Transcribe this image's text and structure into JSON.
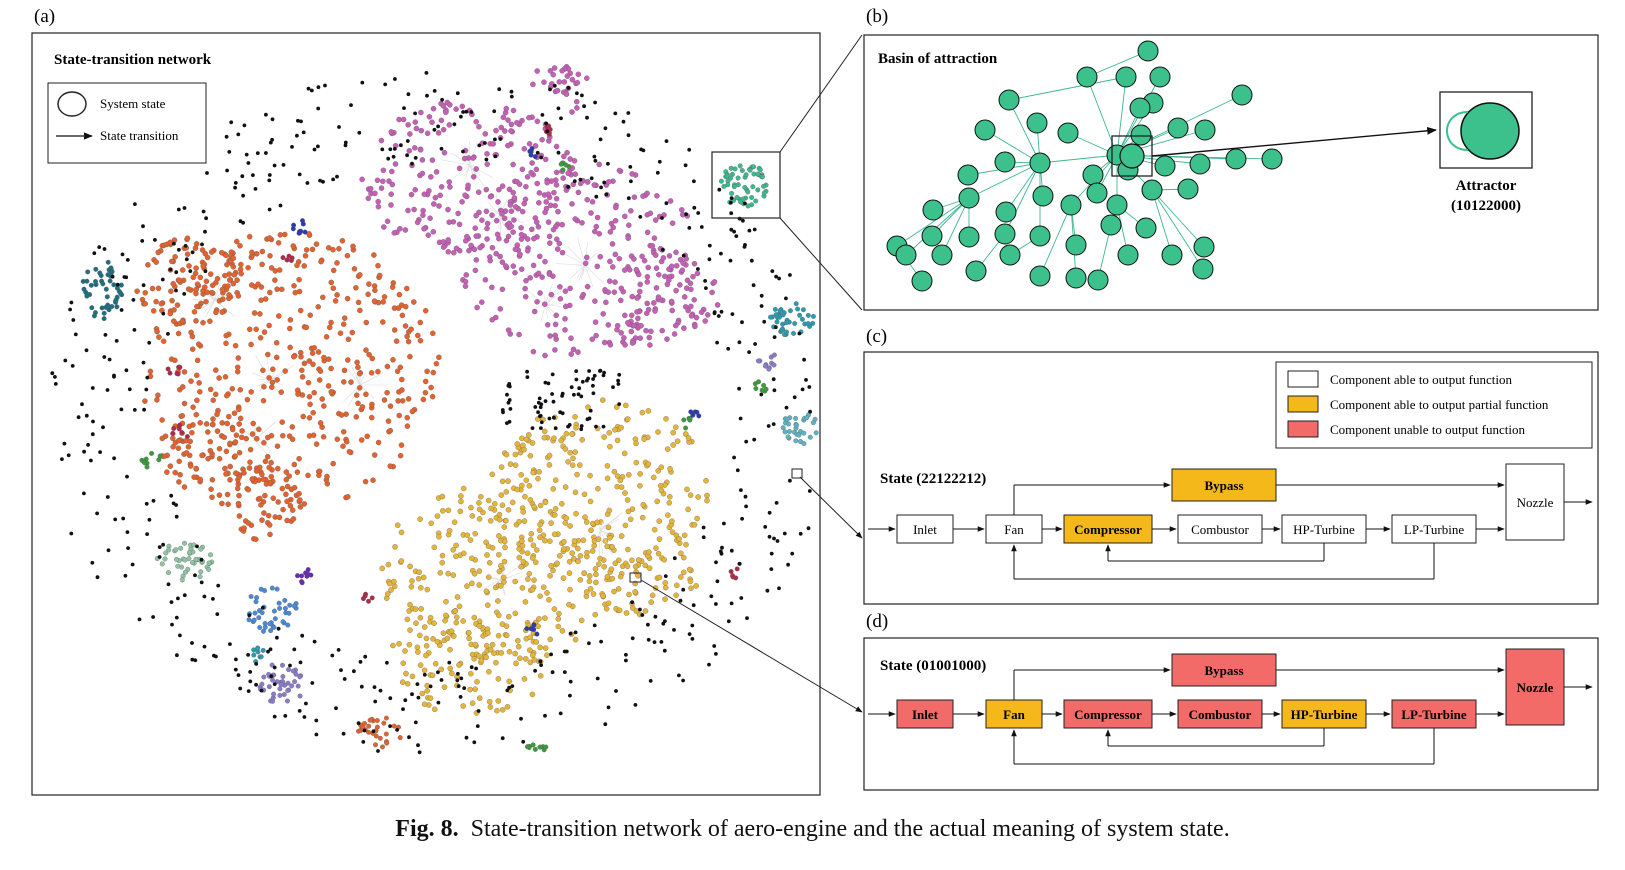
{
  "panel_a": {
    "tag": "(a)",
    "title": "State-transition network",
    "legend": {
      "node_label": "System state",
      "edge_label": "State transition"
    },
    "cluster_colors": {
      "orange": "#e2632f",
      "magenta": "#c560b6",
      "gold": "#e5b53a",
      "teal": "#1f6f80",
      "cyan": "#2b9bb0",
      "mint": "#3cb88f",
      "sage": "#8ec4a4",
      "blue": "#4a88d8",
      "violet": "#8a7cc8",
      "darkblue": "#2b3bb0",
      "purple": "#6a2bb0",
      "green": "#3c9b3c",
      "crimson": "#b02a4a",
      "black": "#111111"
    }
  },
  "panel_b": {
    "tag": "(b)",
    "title": "Basin of attraction",
    "attractor_label": "Attractor",
    "attractor_code": "(10122000)",
    "node_color": "#3cc08c"
  },
  "panel_c": {
    "tag": "(c)",
    "state_label": "State (22122212)",
    "legend": [
      {
        "label": "Component able to output function",
        "color": "#ffffff"
      },
      {
        "label": "Component able to output partial function",
        "color": "#f5b81a"
      },
      {
        "label": "Component unable to output function",
        "color": "#f26b68"
      }
    ],
    "components": {
      "inlet": {
        "label": "Inlet",
        "color": "#ffffff"
      },
      "fan": {
        "label": "Fan",
        "color": "#ffffff"
      },
      "compressor": {
        "label": "Compressor",
        "color": "#f5b81a"
      },
      "combustor": {
        "label": "Combustor",
        "color": "#ffffff"
      },
      "hp_turbine": {
        "label": "HP-Turbine",
        "color": "#ffffff"
      },
      "lp_turbine": {
        "label": "LP-Turbine",
        "color": "#ffffff"
      },
      "bypass": {
        "label": "Bypass",
        "color": "#f5b81a"
      },
      "nozzle": {
        "label": "Nozzle",
        "color": "#ffffff"
      }
    }
  },
  "panel_d": {
    "tag": "(d)",
    "state_label": "State (01001000)",
    "components": {
      "inlet": {
        "label": "Inlet",
        "color": "#f26b68"
      },
      "fan": {
        "label": "Fan",
        "color": "#f5b81a"
      },
      "compressor": {
        "label": "Compressor",
        "color": "#f26b68"
      },
      "combustor": {
        "label": "Combustor",
        "color": "#f26b68"
      },
      "hp_turbine": {
        "label": "HP-Turbine",
        "color": "#f5b81a"
      },
      "lp_turbine": {
        "label": "LP-Turbine",
        "color": "#f26b68"
      },
      "bypass": {
        "label": "Bypass",
        "color": "#f26b68"
      },
      "nozzle": {
        "label": "Nozzle",
        "color": "#f26b68"
      }
    }
  },
  "caption": {
    "label": "Fig. 8.",
    "text": "State-transition network of aero-engine and the actual meaning of system state."
  }
}
